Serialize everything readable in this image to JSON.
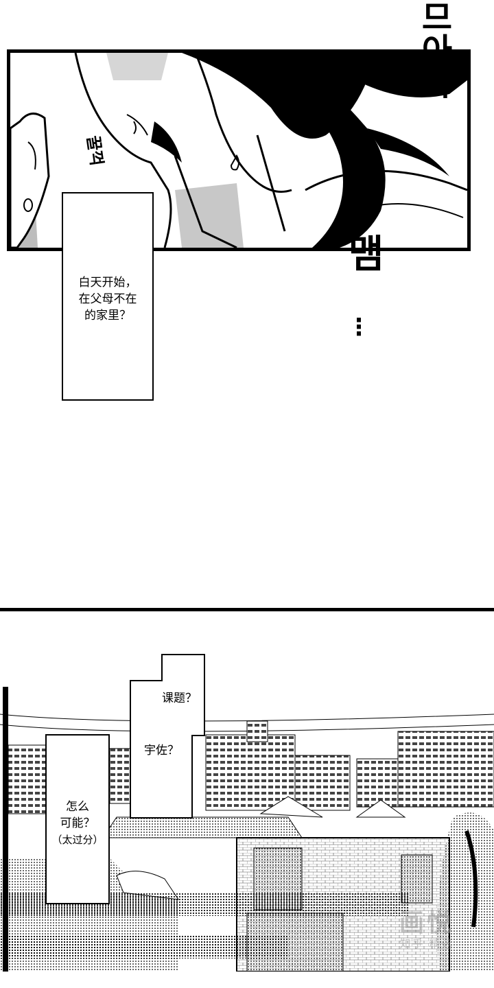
{
  "panel1": {
    "caption_lines": [
      "白天开始，",
      "在父母不在",
      "的家里？"
    ],
    "sfx_swallow": "꿀꺽",
    "sfx_moan_top": "므아악",
    "sfx_moan_bottom": "맴",
    "sfx_dots": "⋮"
  },
  "panel2": {
    "bubble_lines": [
      "课题？",
      "宇佐？"
    ],
    "caption_lines": [
      "怎么",
      "可能？",
      "（太过分）"
    ]
  },
  "watermark": {
    "line1": "画悦",
    "line2": "知乎 精选"
  }
}
